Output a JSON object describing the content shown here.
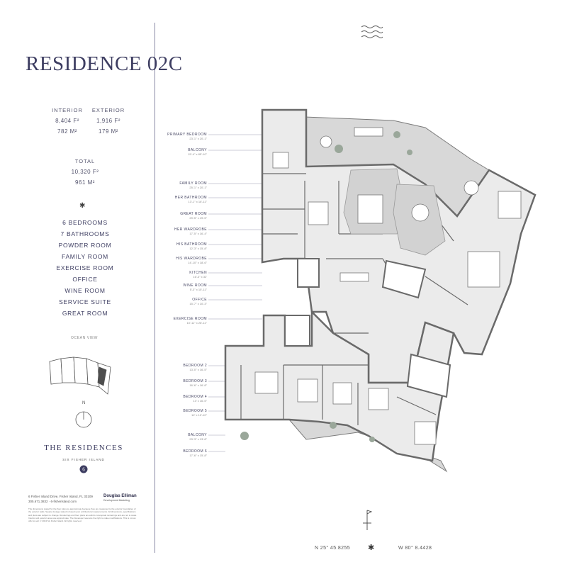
{
  "residence_title": "RESIDENCE 02C",
  "area": {
    "interior": {
      "label": "INTERIOR",
      "sqft": "8,404 F²",
      "sqm": "782 M²"
    },
    "exterior": {
      "label": "EXTERIOR",
      "sqft": "1,916 F²",
      "sqm": "179 M²"
    },
    "total": {
      "label": "TOTAL",
      "sqft": "10,320 F²",
      "sqm": "961 M²"
    }
  },
  "divider_symbol": "✱",
  "room_summary": [
    "6 BEDROOMS",
    "7 BATHROOMS",
    "POWDER ROOM",
    "FAMILY ROOM",
    "EXERCISE ROOM",
    "OFFICE",
    "WINE ROOM",
    "SERVICE SUITE",
    "GREAT ROOM"
  ],
  "site_plan": {
    "ocean_label": "OCEAN VIEW",
    "north_label": "N"
  },
  "brand": {
    "name": "THE RESIDENCES",
    "subtitle": "SIX FISHER ISLAND",
    "logo_mark": "6"
  },
  "address_line": "6 Fisher Island Drive, Fisher Island, FL 33109",
  "contact_line": "305.671.3832 · 6-fisherisland.com",
  "agency": {
    "name": "Douglas Elliman",
    "subtitle": "Development Marketing"
  },
  "disclaimer": "The dimensions stated for the floor plan are approximate because they are measured to the exterior boundaries of the exterior walls. Square footage stated is based upon architectural measurements. All dimensions, specifications and plans are subject to change. Renderings and floor plans are artist's conceptual renderings and are not to scale. Interior and exterior areas are approximate. The Developer reserves the right to make modifications. This is not an offer to sell. © 2024 Six Fisher Island. All rights reserved.",
  "plan_labels": [
    {
      "name": "PRIMARY BEDROOM",
      "dims": "23'-1\" x 20'-1\""
    },
    {
      "name": "BALCONY",
      "dims": "15'-4\" x 85'-10\""
    },
    {
      "name": "FAMILY ROOM",
      "dims": "25'-1\" x 20'-1\""
    },
    {
      "name": "HER BATHROOM",
      "dims": "13'-1\" x 16'-11\""
    },
    {
      "name": "GREAT ROOM",
      "dims": "29'-5\" x 49'-5\""
    },
    {
      "name": "HER WARDROBE",
      "dims": "17'-5\" x 16'-4\""
    },
    {
      "name": "HIS BATHROOM",
      "dims": "12'-3\" x 15'-8\""
    },
    {
      "name": "HIS WARDROBE",
      "dims": "14'-10\" x 18'-6\""
    },
    {
      "name": "KITCHEN",
      "dims": "16'-3\" x 32'"
    },
    {
      "name": "WINE ROOM",
      "dims": "5'-3\" x 15'-11\""
    },
    {
      "name": "OFFICE",
      "dims": "15'-7\" x 10'-3\""
    },
    {
      "name": "EXERCISE ROOM",
      "dims": "10'-11\" x 28'-11\""
    },
    {
      "name": "BEDROOM 2",
      "dims": "13'-0\" x 16'-5\""
    },
    {
      "name": "BEDROOM 3",
      "dims": "16'-6\" x 16'-8\""
    },
    {
      "name": "BEDROOM 4",
      "dims": "13' x 16'-5\""
    },
    {
      "name": "BEDROOM 5",
      "dims": "12' x 12'-10\""
    },
    {
      "name": "BALCONY",
      "dims": "93'-3\" x 13'-8\""
    },
    {
      "name": "BEDROOM 6",
      "dims": "17'-6\" x 15'-8\""
    }
  ],
  "coordinates": {
    "north": "N 25° 45.8255",
    "west": "W 80° 8.4428"
  },
  "colors": {
    "ink": "#3d3d61",
    "wall": "#8c8c8c",
    "floor": "#e9e9e9",
    "terrace": "#d4d4d4"
  }
}
